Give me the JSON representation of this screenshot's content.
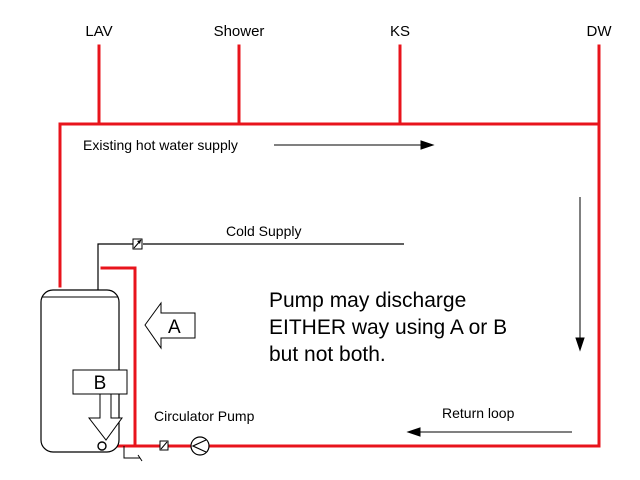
{
  "fixtures": {
    "lav": "LAV",
    "shower": "Shower",
    "ks": "KS",
    "dw": "DW"
  },
  "labels": {
    "hot_supply": "Existing hot water supply",
    "cold_supply": "Cold Supply",
    "circulator_pump": "Circulator Pump",
    "return_loop": "Return loop",
    "option_a": "A",
    "option_b": "B"
  },
  "note": {
    "line1": "Pump may discharge",
    "line2": "EITHER way using A or B",
    "line3": "but not both."
  },
  "colors": {
    "hot_pipe": "#e8141c",
    "cold_pipe": "#000000"
  }
}
